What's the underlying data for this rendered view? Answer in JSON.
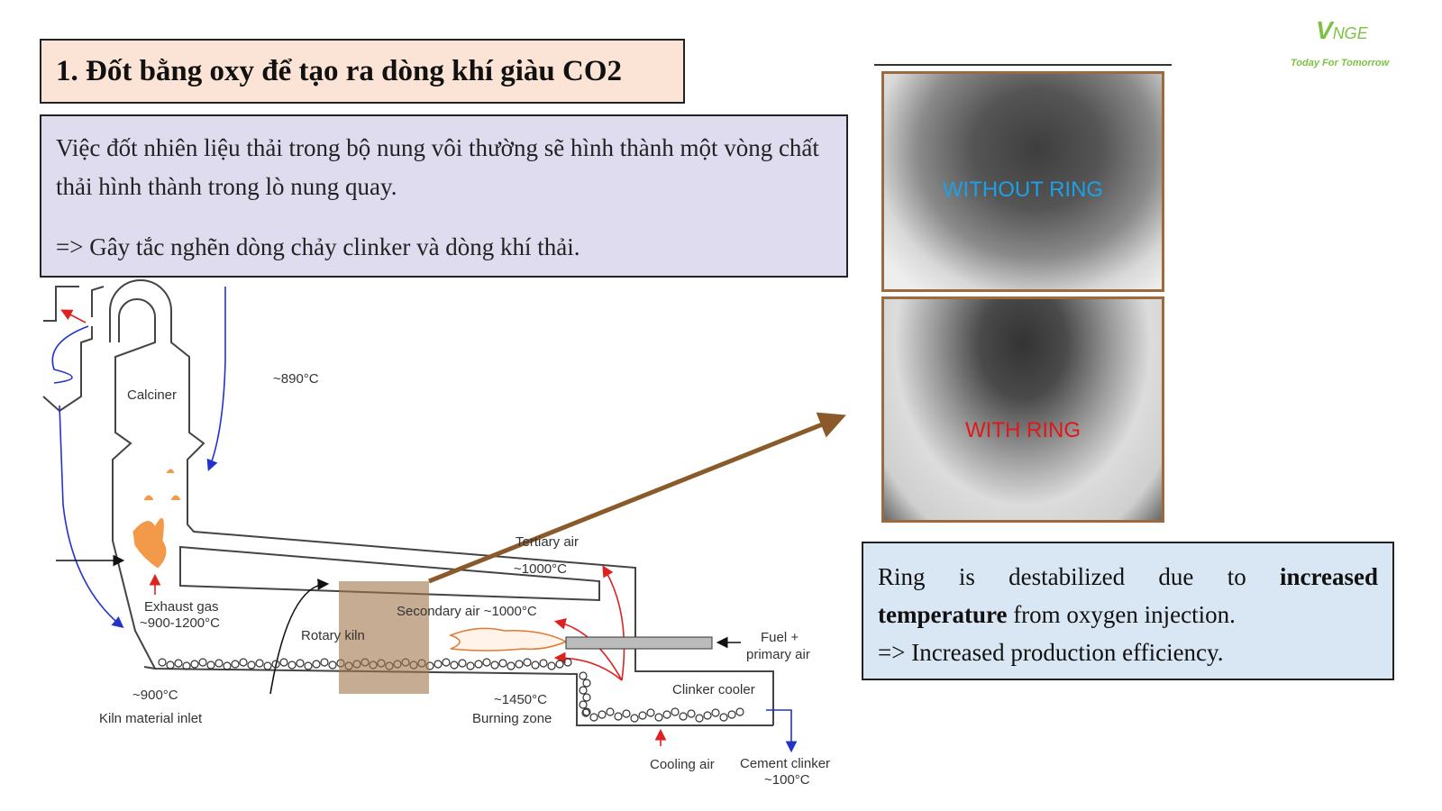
{
  "logo": {
    "brand_main": "V",
    "brand_rest": "NGE",
    "tagline": "Today For Tomorrow"
  },
  "title": "1. Đốt bằng oxy để tạo ra dòng khí giàu CO2",
  "intro": {
    "paragraph": "Việc đốt nhiên liệu thải trong bộ nung vôi thường sẽ hình thành một vòng chất thải hình thành trong lò nung quay.",
    "consequence": "=> Gây tắc nghẽn dòng chảy clinker và dòng khí thải."
  },
  "diagram": {
    "calciner": "Calciner",
    "temp_calciner": "~890°C",
    "exhaust_gas": "Exhaust gas",
    "exhaust_temp": "~900-1200°C",
    "rotary_kiln": "Rotary kiln",
    "inlet_temp": "~900°C",
    "kiln_inlet": "Kiln material inlet",
    "tertiary_air": "Tertiary air",
    "tertiary_temp": "~1000°C",
    "secondary_air": "Secondary air ~1000°C",
    "fuel_line1": "Fuel +",
    "fuel_line2": "primary air",
    "burning_temp": "~1450°C",
    "burning_zone": "Burning zone",
    "clinker_cooler": "Clinker cooler",
    "cooling_air": "Cooling air",
    "cement_clinker": "Cement clinker",
    "clinker_temp": "~100°C"
  },
  "photos": [
    {
      "label": "WITHOUT RING"
    },
    {
      "label": "WITH RING"
    }
  ],
  "result": {
    "line1_a": "Ring is destabilized due to ",
    "line1_bold": "increased",
    "line2_bold": "temperature",
    "line2_rest": " from oxygen injection.",
    "line3": "=> Increased production efficiency."
  },
  "colors": {
    "title_bg": "#fbe4d5",
    "intro_bg": "#e0dcef",
    "result_bg": "#d9e6f4",
    "arrow_brown": "#8b5a2b",
    "logo_green": "#7dc242"
  }
}
